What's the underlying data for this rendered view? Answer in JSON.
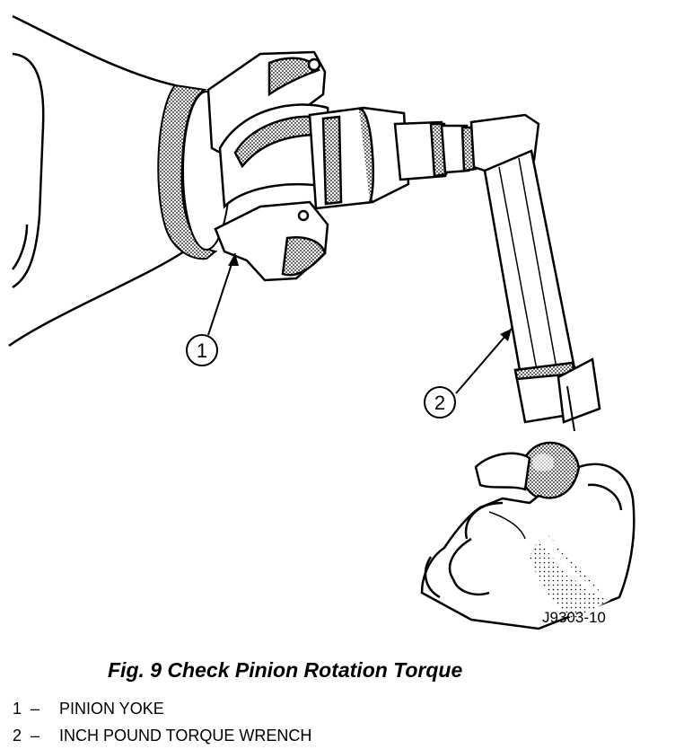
{
  "figure": {
    "code": "J9303-10",
    "caption": "Fig. 9 Check Pinion Rotation Torque",
    "callouts": [
      {
        "num": "1",
        "label": "PINION YOKE"
      },
      {
        "num": "2",
        "label": "INCH POUND TORQUE WRENCH"
      }
    ],
    "dash": "–",
    "colors": {
      "ink": "#000000",
      "paper": "#ffffff"
    }
  }
}
